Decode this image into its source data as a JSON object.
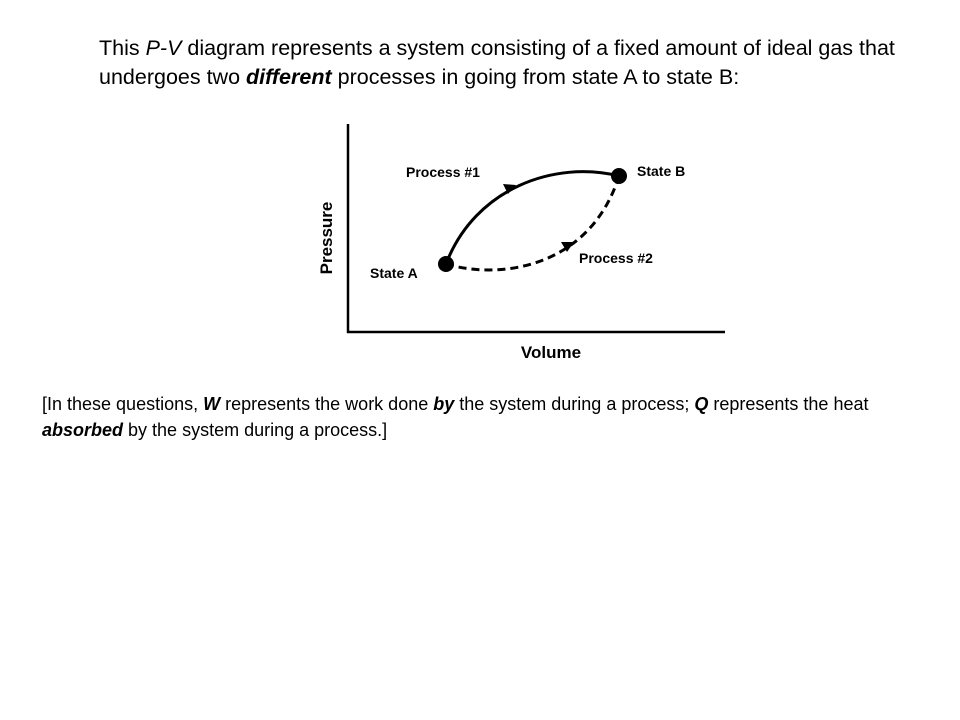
{
  "intro": {
    "t1": "This ",
    "t2": "P-V",
    "t3": " diagram represents a system consisting of a fixed amount of ideal gas that undergoes two ",
    "t4": "different",
    "t5": " processes in going from state A to state B:"
  },
  "diagram": {
    "ylabel": "Pressure",
    "xlabel": "Volume",
    "state_a": "State A",
    "state_b": "State B",
    "process1": "Process #1",
    "process2": "Process #2"
  },
  "note": {
    "n1": "[In these questions, ",
    "n2": "W",
    "n3": " represents the work done ",
    "n4": "by",
    "n5": " the system during a process; ",
    "n6": "Q",
    "n7": " represents the heat ",
    "n8": "absorbed",
    "n9": " by the system during a process.]"
  }
}
